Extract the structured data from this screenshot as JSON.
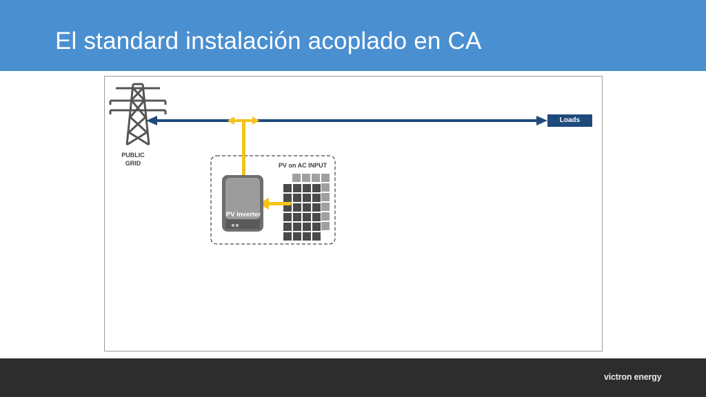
{
  "slide": {
    "title": "El standard instalación acoplado  en CA"
  },
  "diagram": {
    "grid_label_line1": "PUBLIC",
    "grid_label_line2": "GRID",
    "loads_label": "Loads",
    "pv_group_label": "PV on AC INPUT",
    "inverter_label": "PV Inverter"
  },
  "icons": {
    "tower": "power-tower-icon",
    "solar_panels": "solar-panel-icon",
    "inverter": "pv-inverter-icon",
    "logo": "victron-logo-icon"
  },
  "colors": {
    "header": "#4a8fd0",
    "footer": "#2d2d2d",
    "bus_line": "#1f4a7c",
    "pv_flow": "#f5c21b",
    "inverter_body": "#8a8a8a"
  },
  "footer": {
    "brand": "victron energy"
  }
}
